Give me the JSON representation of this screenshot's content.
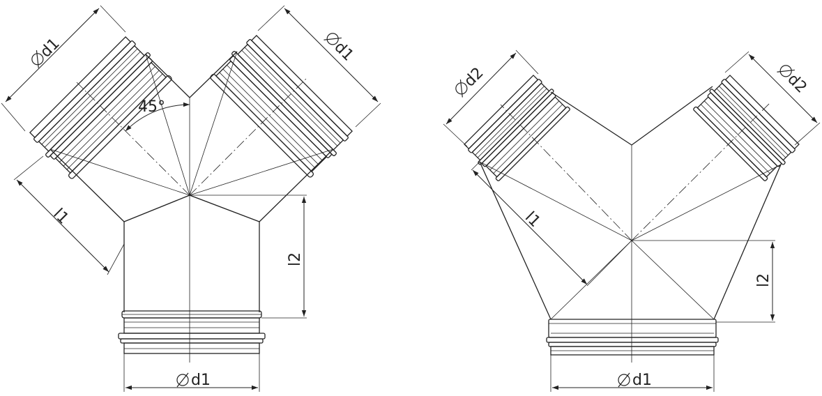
{
  "left_fitting": {
    "label_d1_top_left": "d1",
    "label_d1_top_right": "d1",
    "label_angle": "45°",
    "label_l1": "l1",
    "label_l2": "l2",
    "label_d1_bottom": "d1"
  },
  "right_fitting": {
    "label_d2_left": "d2",
    "label_d2_right": "d2",
    "label_l1": "l1",
    "label_l2": "l2",
    "label_d1_bottom": "d1"
  }
}
